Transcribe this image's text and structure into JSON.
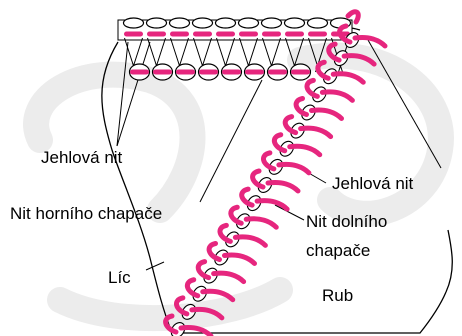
{
  "labels": {
    "needle_thread_left": "Jehlová nit",
    "upper_looper_thread": "Nit horního chapače",
    "face_side": "Líc",
    "needle_thread_right": "Jehlová nit",
    "lower_looper_thread_line1": "Nit dolního",
    "lower_looper_thread_line2": "chapače",
    "back_side": "Rub"
  },
  "colors": {
    "thread_pink": "#e6267e",
    "loop_white": "#ffffff",
    "outline": "#000000",
    "watermark": "#ececec"
  }
}
